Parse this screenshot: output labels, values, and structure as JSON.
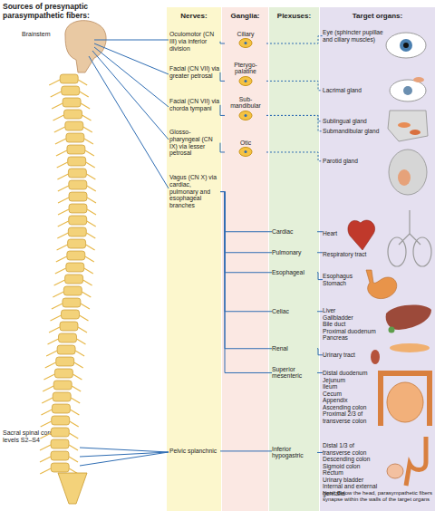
{
  "diagram": {
    "title": "Sources of presynaptic parasympathetic fibers:",
    "nodes": [
      {
        "text": [
          "Nerves:"
        ]
      },
      {
        "text": [
          "Oculomotor (CN III) via inferior division"
        ],
        "in": 0
      },
      {
        "text": [
          "Facial (CN VII) via greater petrosal"
        ],
        "in": 0
      },
      {
        "text": [
          "Facial (CN VII) via chorda tympani"
        ],
        "in": 0
      },
      {
        "text": [
          "Glosso-pharyngeal (CN IX) via lesser petrosal"
        ],
        "in": 0
      },
      {
        "text": [
          "Vagus (CN X) via cardiac, pulmonary and esophageal branches"
        ],
        "in": 0
      },
      {
        "text": [
          "Pelvic splanchnic"
        ],
        "in": 0
      },
      {
        "text": [
          "Ganglia:"
        ]
      },
      {
        "text": [
          "Ciliary"
        ],
        "in": 7
      },
      {
        "text": [
          "Pterygo-palatine"
        ],
        "in": 7
      },
      {
        "text": [
          "Sub-mandibular"
        ],
        "in": 7
      },
      {
        "text": [
          "Otic"
        ],
        "in": 7
      },
      {
        "text": [
          "Plexuses:"
        ]
      },
      {
        "text": [
          "Cardiac"
        ],
        "in": 12
      },
      {
        "text": [
          "Pulmonary"
        ],
        "in": 12
      },
      {
        "text": [
          "Esophageal"
        ],
        "in": 12
      },
      {
        "text": [
          "Celiac"
        ],
        "in": 12
      },
      {
        "text": [
          "Renal"
        ],
        "in": 12
      },
      {
        "text": [
          "Superior mesenteric"
        ],
        "in": 12
      },
      {
        "text": [
          "Inferior hypogastric"
        ],
        "in": 12
      },
      {
        "text": [
          "Target organs:"
        ]
      },
      {
        "text": [
          "Eye (sphincter pupillae and ciliary muscles)"
        ],
        "in": 20
      },
      {
        "text": [
          "Lacrimal gland"
        ],
        "in": 20
      },
      {
        "text": [
          "Sublingual gland"
        ],
        "in": 20
      },
      {
        "text": [
          "Submandibular gland"
        ],
        "in": 20
      },
      {
        "text": [
          "Parotid gland"
        ],
        "in": 20
      },
      {
        "text": [
          "Heart"
        ],
        "in": 20
      },
      {
        "text": [
          "Respiratory tract"
        ],
        "in": 20
      },
      {
        "text": [
          "Esophagus",
          "Stomach"
        ],
        "in": 20
      },
      {
        "text": [
          "Liver",
          "Gallbladder",
          "Bile duct",
          "Proximal duodenum",
          "Pancreas"
        ],
        "in": 20
      },
      {
        "text": [
          "Urinary tract"
        ],
        "in": 20
      },
      {
        "text": [
          "Distal duodenum",
          "Jejunum",
          "Ileum",
          "Cecum",
          "Appendix",
          "Ascending colon",
          "Proximal 2/3 of transverse colon"
        ],
        "in": 20
      },
      {
        "text": [
          "Distal 1/3 of transverse colon",
          "Descending colon",
          "Sigmoid colon",
          "Rectum",
          "Urinary bladder",
          "Internal and external genitalia"
        ],
        "in": 20
      }
    ],
    "edges": [
      {
        "from": 1,
        "to": 8,
        "arrow": "none"
      },
      {
        "from": 8,
        "to": 21,
        "arrow": "none"
      },
      {
        "from": 2,
        "to": 9,
        "arrow": "none"
      },
      {
        "from": 9,
        "to": 22,
        "arrow": "none"
      },
      {
        "from": 3,
        "to": 10,
        "arrow": "none"
      },
      {
        "from": 10,
        "to": 23,
        "arrow": "none"
      },
      {
        "from": 10,
        "to": 24,
        "arrow": "none"
      },
      {
        "from": 4,
        "to": 11,
        "arrow": "none"
      },
      {
        "from": 11,
        "to": 25,
        "arrow": "none"
      },
      {
        "from": 5,
        "to": 13,
        "arrow": "none"
      },
      {
        "from": 5,
        "to": 14,
        "arrow": "none"
      },
      {
        "from": 5,
        "to": 15,
        "arrow": "none"
      },
      {
        "from": 5,
        "to": 16,
        "arrow": "none"
      },
      {
        "from": 5,
        "to": 17,
        "arrow": "none"
      },
      {
        "from": 5,
        "to": 18,
        "arrow": "none"
      },
      {
        "from": 13,
        "to": 26,
        "arrow": "none"
      },
      {
        "from": 14,
        "to": 27,
        "arrow": "none"
      },
      {
        "from": 15,
        "to": 28,
        "arrow": "none"
      },
      {
        "from": 16,
        "to": 29,
        "arrow": "none"
      },
      {
        "from": 17,
        "to": 30,
        "arrow": "none"
      },
      {
        "from": 18,
        "to": 31,
        "arrow": "none"
      },
      {
        "from": 6,
        "to": 19,
        "arrow": "none"
      },
      {
        "from": 19,
        "to": 32,
        "arrow": "none"
      }
    ],
    "labels": [
      "Brainstem",
      "Sacral spinal cord levels S2–S4",
      "Note: Below the head, parasympathetic fibers synapse within the walls of the target organs"
    ]
  }
}
